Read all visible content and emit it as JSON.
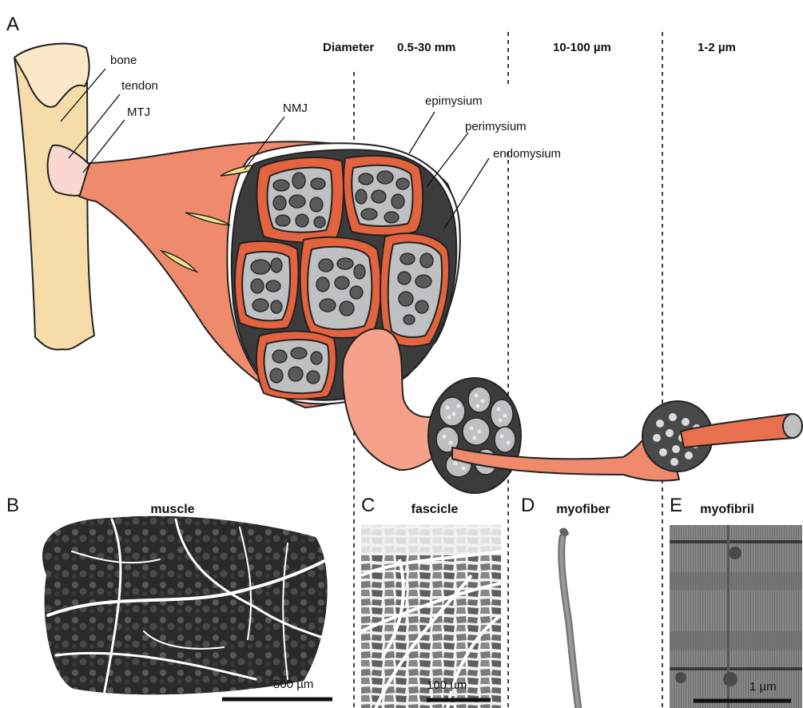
{
  "panels": {
    "a": "A",
    "b": "B",
    "c": "C",
    "d": "D",
    "e": "E"
  },
  "header": {
    "diameter": "Diameter",
    "muscle_range": "0.5-30 mm",
    "fiber_range": "10-100 µm",
    "fibril_range": "1-2 µm"
  },
  "labels": {
    "bone": "bone",
    "tendon": "tendon",
    "mtj": "MTJ",
    "nmj": "NMJ",
    "epimysium": "epimysium",
    "perimysium": "perimysium",
    "endomysium": "endomysium"
  },
  "micrographs": {
    "muscle": {
      "title": "muscle",
      "scale": "500 µm"
    },
    "fascicle": {
      "title": "fascicle",
      "scale": "100 µm"
    },
    "myofiber": {
      "title": "myofiber"
    },
    "myofibril": {
      "title": "myofibril",
      "scale": "1 µm"
    }
  },
  "colors": {
    "bone": "#f5dca8",
    "bone_head": "#fbe8c8",
    "tendon": "#fbd7d2",
    "muscle": "#ef8a6c",
    "muscle_dark": "#e8704e",
    "perimysium": "#e4633f",
    "fiber_fill": "#bfc0c2",
    "myofibril": "#555555",
    "nmj": "#f2e38a"
  }
}
